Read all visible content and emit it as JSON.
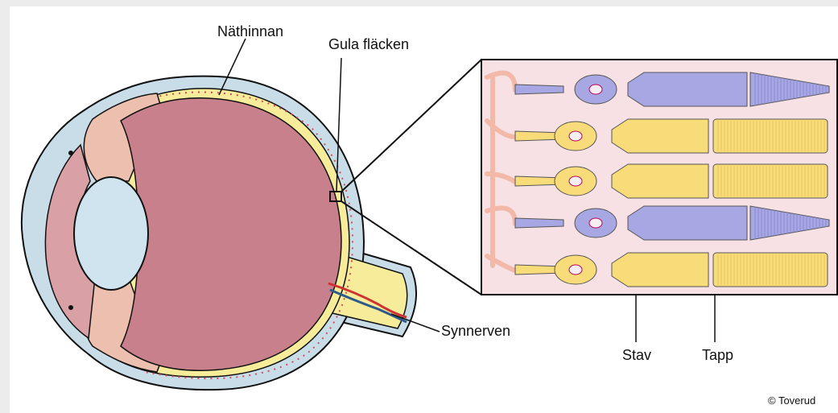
{
  "labels": {
    "retina": "Näthinnan",
    "macula": "Gula fläcken",
    "optic_nerve": "Synnerven",
    "rod": "Stav",
    "cone": "Tapp"
  },
  "copyright": "© Toverud",
  "colors": {
    "page_background": "#ececec",
    "sclera": "#c9dde8",
    "choroid": "#edbfae",
    "vitreous": "#c8808c",
    "retina_layer": "#f7ec9a",
    "lens": "#cfe4ef",
    "detail_background": "#f7e1e4",
    "cone_cell": "#a7a7e3",
    "rod_cell": "#f9dc7a",
    "connector": "#f2b9a8",
    "outline": "#111111"
  },
  "detail_cells": [
    {
      "kind": "cone"
    },
    {
      "kind": "rod"
    },
    {
      "kind": "rod"
    },
    {
      "kind": "cone"
    },
    {
      "kind": "rod"
    }
  ]
}
